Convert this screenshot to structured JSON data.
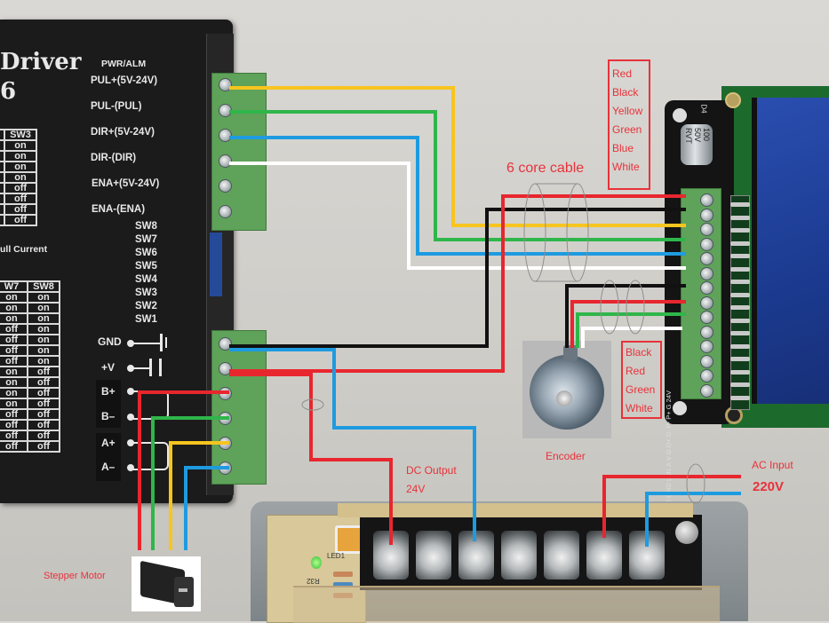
{
  "driver": {
    "title_line1": "Driver",
    "title_line2": "6",
    "terminals_top": [
      "PWR/ALM",
      "PUL+(5V-24V)",
      "PUL-(PUL)",
      "DIR+(5V-24V)",
      "DIR-(DIR)",
      "ENA+(5V-24V)",
      "ENA-(ENA)"
    ],
    "switch_labels": [
      "SW8",
      "SW7",
      "SW6",
      "SW5",
      "SW4",
      "SW3",
      "SW2",
      "SW1"
    ],
    "power_labels": [
      "GND",
      "+V"
    ],
    "motor_labels": [
      "B+",
      "B–",
      "A+",
      "A–"
    ],
    "current_table": {
      "header": "SW3",
      "rows": [
        "on",
        "on",
        "on",
        "on",
        "off",
        "off",
        "off",
        "off"
      ],
      "footnote": "ull Current"
    },
    "microstep_table": {
      "headers": [
        "W7",
        "SW8"
      ],
      "rows": [
        [
          "on",
          "on"
        ],
        [
          "on",
          "on"
        ],
        [
          "on",
          "on"
        ],
        [
          "off",
          "on"
        ],
        [
          "off",
          "on"
        ],
        [
          "off",
          "on"
        ],
        [
          "off",
          "on"
        ],
        [
          "on",
          "off"
        ],
        [
          "on",
          "off"
        ],
        [
          "on",
          "off"
        ],
        [
          "on",
          "off"
        ],
        [
          "off",
          "off"
        ],
        [
          "off",
          "off"
        ],
        [
          "off",
          "off"
        ],
        [
          "off",
          "off"
        ]
      ]
    }
  },
  "annotations": {
    "cable_label": "6 core cable",
    "cable_colors": [
      "Red",
      "Black",
      "Yellow",
      "Green",
      "Blue",
      "White"
    ],
    "encoder_colors": [
      "Black",
      "Red",
      "Green",
      "White"
    ],
    "encoder_label": "Encoder",
    "dc_output": "DC Output",
    "dc_voltage": "24V",
    "ac_input": "AC Input",
    "ac_voltage": "220V",
    "stepper_motor": "Stepper Motor"
  },
  "controller": {
    "capacitor_text": [
      "100",
      "50V",
      "RVT"
    ],
    "component_label": "D4",
    "pin_labels": "GND LM2 GND LM1 A V G D+ D- P- P+ G 24V"
  },
  "psu": {
    "pcb_labels": [
      "LED1",
      "R32"
    ]
  },
  "colors": {
    "red": "#e8262e",
    "black": "#111111",
    "yellow": "#f7c51e",
    "green": "#2fb64a",
    "blue": "#1e9be0",
    "white": "#ffffff",
    "annotation_red": "#e8323a"
  }
}
